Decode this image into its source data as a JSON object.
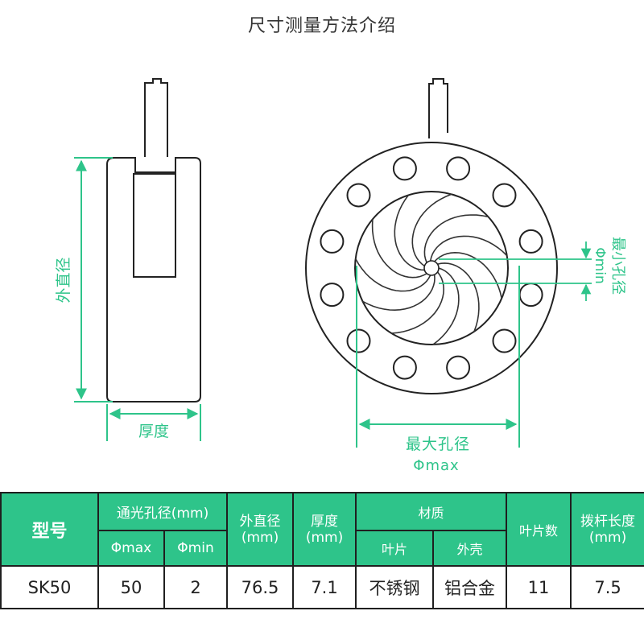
{
  "title": "尺寸测量方法介绍",
  "diagram": {
    "outer_diameter_label": "外直径",
    "thickness_label": "厚度",
    "min_aperture_label": "最小孔径",
    "min_aperture_symbol": "Φmin",
    "max_aperture_label": "最大孔径",
    "max_aperture_symbol": "Φmax",
    "line_color": "#2ec48a",
    "outline_color": "#222222"
  },
  "table": {
    "header_color": "#2ec48a",
    "headers": {
      "model": "型号",
      "aperture": "通光孔径(mm)",
      "phi_max": "Φmax",
      "phi_min": "Φmin",
      "outer_diameter": [
        "外直径",
        "(mm)"
      ],
      "thickness": [
        "厚度",
        "(mm)"
      ],
      "material": "材质",
      "blade": "叶片",
      "shell": "外壳",
      "blade_count": "叶片数",
      "lever_length": [
        "拨杆长度",
        "(mm)"
      ]
    },
    "rows": [
      {
        "model": "SK50",
        "phi_max": "50",
        "phi_min": "2",
        "outer_diameter": "76.5",
        "thickness": "7.1",
        "blade_material": "不锈钢",
        "shell_material": "铝合金",
        "blade_count": "11",
        "lever_length": "7.5"
      }
    ]
  }
}
